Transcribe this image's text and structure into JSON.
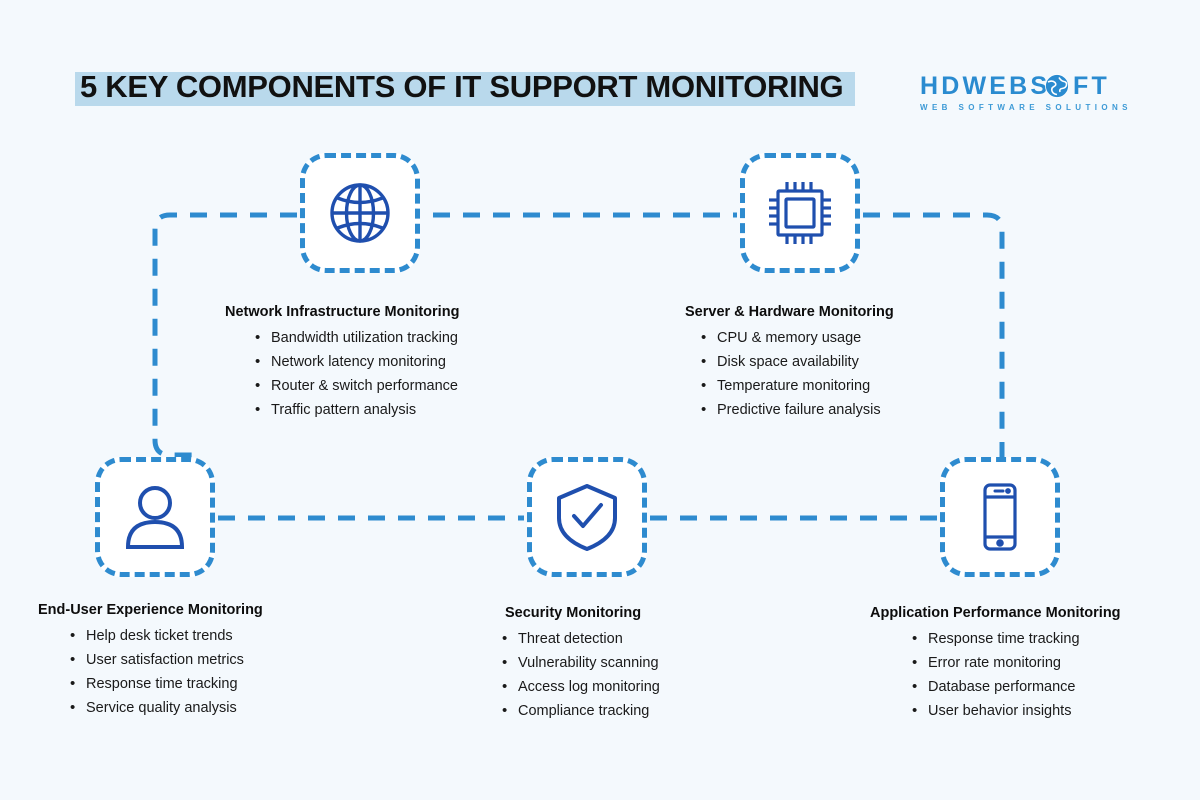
{
  "header": {
    "title": "5 KEY COMPONENTS OF IT SUPPORT MONITORING",
    "highlight_color": "#b9d9ec"
  },
  "logo": {
    "word_part1": "HDWEBS",
    "word_part2": "FT",
    "tagline": "WEB SOFTWARE SOLUTIONS",
    "color": "#2a8bd0",
    "globe_icon": "globe-icon"
  },
  "theme": {
    "background": "#f4f9fd",
    "connector_color": "#2e8bcf",
    "icon_stroke": "#1f4fae",
    "box_border": "#2e8bcf",
    "box_fill": "#ffffff"
  },
  "nodes": [
    {
      "id": "network",
      "icon": "globe-icon",
      "title": "Network Infrastructure Monitoring",
      "items": [
        "Bandwidth utilization tracking",
        "Network latency monitoring",
        "Router & switch performance",
        "Traffic pattern analysis"
      ]
    },
    {
      "id": "server",
      "icon": "cpu-chip-icon",
      "title": "Server & Hardware Monitoring",
      "items": [
        "CPU & memory usage",
        "Disk space availability",
        "Temperature monitoring",
        "Predictive failure analysis"
      ]
    },
    {
      "id": "enduser",
      "icon": "user-icon",
      "title": "End-User Experience Monitoring",
      "items": [
        "Help desk ticket trends",
        "User satisfaction metrics",
        "Response time tracking",
        "Service quality analysis"
      ]
    },
    {
      "id": "security",
      "icon": "shield-check-icon",
      "title": "Security Monitoring",
      "items": [
        "Threat detection",
        "Vulnerability scanning",
        "Access log monitoring",
        "Compliance tracking"
      ]
    },
    {
      "id": "application",
      "icon": "smartphone-icon",
      "title": "Application Performance Monitoring",
      "items": [
        "Response time tracking",
        "Error rate monitoring",
        "Database performance",
        "User behavior insights"
      ]
    }
  ]
}
